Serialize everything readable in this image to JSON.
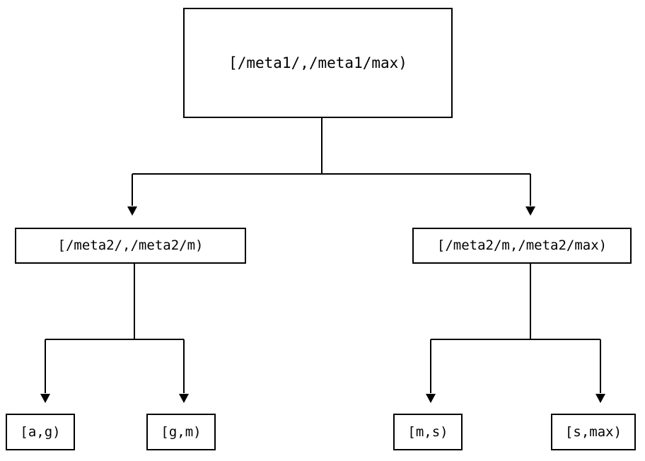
{
  "diagram": {
    "type": "tree",
    "title": "",
    "background_color": "#ffffff",
    "stroke_color": "#000000",
    "text_color": "#000000",
    "nodes": {
      "root": {
        "label": "[/meta1/,/meta1/max)",
        "level": 0
      },
      "mid_left": {
        "label": "[/meta2/,/meta2/m)",
        "level": 1
      },
      "mid_right": {
        "label": "[/meta2/m,/meta2/max)",
        "level": 1
      },
      "leaf_1": {
        "label": "[a,g)",
        "level": 2
      },
      "leaf_2": {
        "label": "[g,m)",
        "level": 2
      },
      "leaf_3": {
        "label": "[m,s)",
        "level": 2
      },
      "leaf_4": {
        "label": "[s,max)",
        "level": 2
      }
    },
    "edges": [
      {
        "from": "root",
        "to": "mid_left",
        "arrow": "triangle-down"
      },
      {
        "from": "root",
        "to": "mid_right",
        "arrow": "triangle-down"
      },
      {
        "from": "mid_left",
        "to": "leaf_1",
        "arrow": "triangle-down"
      },
      {
        "from": "mid_left",
        "to": "leaf_2",
        "arrow": "triangle-down"
      },
      {
        "from": "mid_right",
        "to": "leaf_3",
        "arrow": "triangle-down"
      },
      {
        "from": "mid_right",
        "to": "leaf_4",
        "arrow": "triangle-down"
      }
    ]
  }
}
